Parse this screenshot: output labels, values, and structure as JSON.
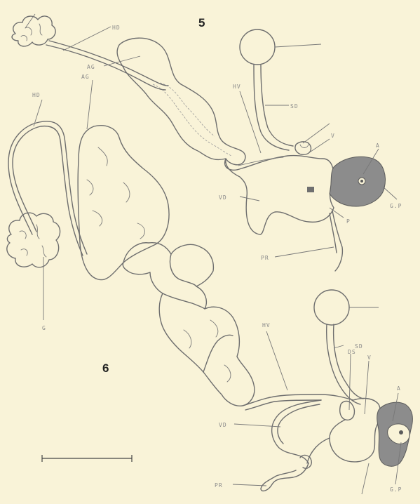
{
  "figures": {
    "fig5": "5",
    "fig6": "6"
  },
  "labels5": {
    "hd": "HD",
    "ag": "AG",
    "hv": "HV",
    "sd": "SD",
    "v": "V",
    "a": "A",
    "gp": "G.P",
    "vd": "VD",
    "p": "P",
    "pr": "PR"
  },
  "labels6": {
    "hd": "HD",
    "ag": "AG",
    "g": "G",
    "hv": "HV",
    "sd": "SD",
    "ds": "DS",
    "v": "V",
    "a": "A",
    "vd": "VD",
    "pr": "PR",
    "gp": "G.P"
  },
  "colors": {
    "paper": "#f9f3d8",
    "ink": "#6e6e6e",
    "stipple": "#8c8c8c"
  }
}
